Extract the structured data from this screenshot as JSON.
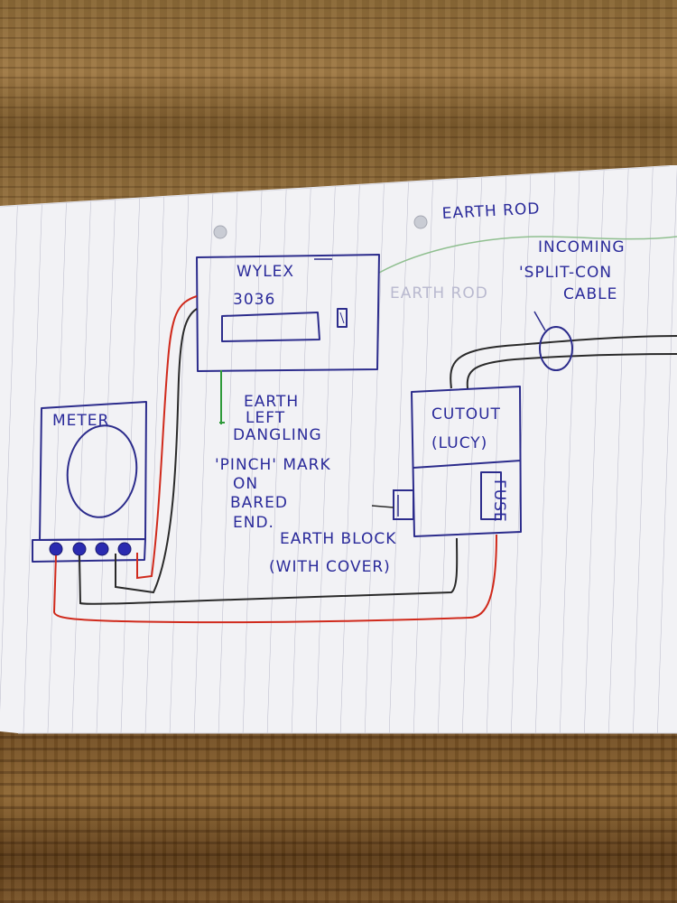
{
  "labels": {
    "wylex": "WYLEX",
    "model": "3036",
    "earth_rod": "EARTH ROD",
    "earth_rod_faint": "EARTH ROD",
    "incoming": "INCOMING",
    "split_con": "'SPLIT-CON",
    "cable": "CABLE",
    "meter": "METER",
    "cutout": "CUTOUT",
    "lucy": "(LUCY)",
    "fuse": "FUSE",
    "earth_left": "EARTH",
    "left": "LEFT",
    "dangling": "DANGLING",
    "pinch_mark": "'PINCH' MARK",
    "on": "ON",
    "bared": "BARED",
    "end": "END.",
    "earth_block": "EARTH BLOCK",
    "with_cover": "(WITH COVER)"
  },
  "colors": {
    "ink_blue": "#2c2c8c",
    "wire_red": "#d02a1c",
    "wire_black": "#2a2a2a",
    "wire_green": "#2f9a3a",
    "faint_green": "#8fbf8f",
    "paper": "#f4f4f6",
    "rule_line": "#b7b7c8"
  }
}
